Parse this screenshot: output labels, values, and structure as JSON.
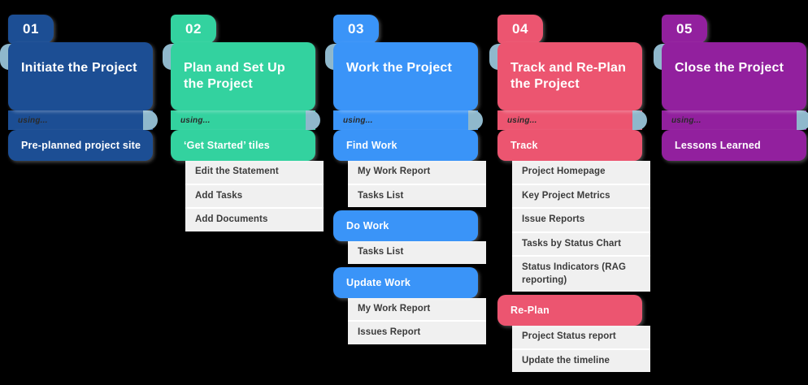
{
  "palette": {
    "background": "#000000",
    "fold": "#8FB8CC",
    "sub_list_bg": "#F0F0F0",
    "sub_list_text": "#3B3B3B"
  },
  "columns": [
    {
      "number": "01",
      "color": "#1C4E94",
      "title": "Initiate the Project",
      "using_label": "using...",
      "blocks": [
        {
          "activity": "Pre-planned project site",
          "items": []
        }
      ]
    },
    {
      "number": "02",
      "color": "#33D29F",
      "title": "Plan and Set Up the Project",
      "using_label": "using...",
      "blocks": [
        {
          "activity": "‘Get Started’ tiles",
          "items": [
            "Edit the Statement",
            "Add Tasks",
            "Add Documents"
          ]
        }
      ]
    },
    {
      "number": "03",
      "color": "#3A94F8",
      "title": "Work the Project",
      "using_label": "using...",
      "blocks": [
        {
          "activity": "Find Work",
          "items": [
            "My Work Report",
            "Tasks List"
          ]
        },
        {
          "activity": "Do Work",
          "items": [
            "Tasks List"
          ]
        },
        {
          "activity": "Update Work",
          "items": [
            "My Work Report",
            "Issues Report"
          ]
        }
      ]
    },
    {
      "number": "04",
      "color": "#EC5570",
      "title": "Track and Re-Plan the Project",
      "using_label": "using...",
      "blocks": [
        {
          "activity": "Track",
          "items": [
            "Project Homepage",
            "Key Project Metrics",
            "Issue Reports",
            "Tasks by Status Chart",
            "Status Indicators (RAG reporting)"
          ]
        },
        {
          "activity": "Re-Plan",
          "items": [
            "Project Status report",
            "Update the timeline"
          ]
        }
      ]
    },
    {
      "number": "05",
      "color": "#92209E",
      "title": "Close the Project",
      "using_label": "using...",
      "blocks": [
        {
          "activity": "Lessons Learned",
          "items": []
        }
      ]
    }
  ]
}
